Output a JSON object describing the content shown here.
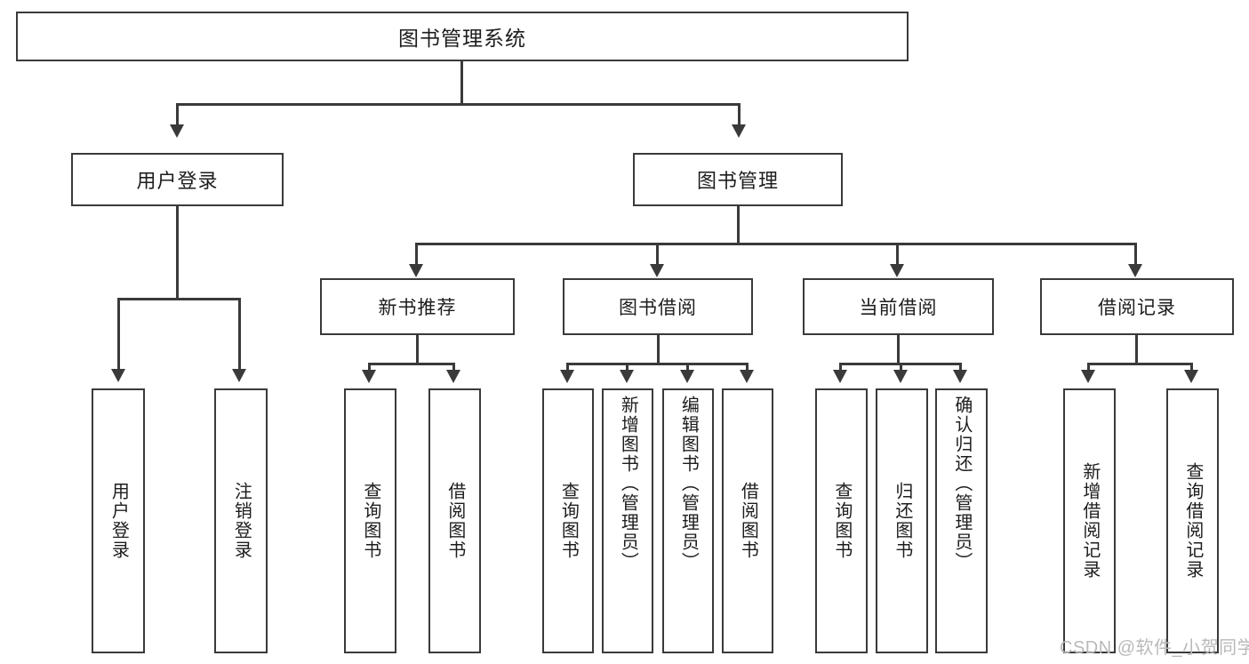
{
  "diagram": {
    "title": "图书管理系统",
    "watermark": "CSDN @软件_小贺同学",
    "colors": {
      "box_border": "#3a3a3a",
      "box_fill": "#ffffff",
      "text": "#1d1d1d",
      "connector": "#3a3a3a",
      "watermark": "#b9b9b9",
      "background": "#ffffff"
    },
    "root": {
      "label": "图书管理系统"
    },
    "level1": [
      {
        "id": "user-login",
        "label": "用户登录"
      },
      {
        "id": "book-management",
        "label": "图书管理"
      }
    ],
    "level2": [
      {
        "id": "new-book-recommend",
        "label": "新书推荐",
        "parent": "book-management"
      },
      {
        "id": "book-borrow",
        "label": "图书借阅",
        "parent": "book-management"
      },
      {
        "id": "current-borrow",
        "label": "当前借阅",
        "parent": "book-management"
      },
      {
        "id": "borrow-record",
        "label": "借阅记录",
        "parent": "book-management"
      }
    ],
    "leaves": [
      {
        "id": "leaf-user-login",
        "label": "用户登录",
        "parent": "user-login"
      },
      {
        "id": "leaf-user-logout",
        "label": "注销登录",
        "parent": "user-login"
      },
      {
        "id": "leaf-query-book-1",
        "label": "查询图书",
        "parent": "new-book-recommend"
      },
      {
        "id": "leaf-borrow-book-1",
        "label": "借阅图书",
        "parent": "new-book-recommend"
      },
      {
        "id": "leaf-query-book-2",
        "label": "查询图书",
        "parent": "book-borrow"
      },
      {
        "id": "leaf-add-book",
        "label": "新增图书（管理员）",
        "parent": "book-borrow"
      },
      {
        "id": "leaf-edit-book",
        "label": "编辑图书（管理员）",
        "parent": "book-borrow"
      },
      {
        "id": "leaf-borrow-book-2",
        "label": "借阅图书",
        "parent": "book-borrow"
      },
      {
        "id": "leaf-query-book-3",
        "label": "查询图书",
        "parent": "current-borrow"
      },
      {
        "id": "leaf-return-book",
        "label": "归还图书",
        "parent": "current-borrow"
      },
      {
        "id": "leaf-confirm-return",
        "label": "确认归还（管理员）",
        "parent": "current-borrow"
      },
      {
        "id": "leaf-add-record",
        "label": "新增借阅记录",
        "parent": "borrow-record"
      },
      {
        "id": "leaf-query-record",
        "label": "查询借阅记录",
        "parent": "borrow-record"
      }
    ]
  }
}
